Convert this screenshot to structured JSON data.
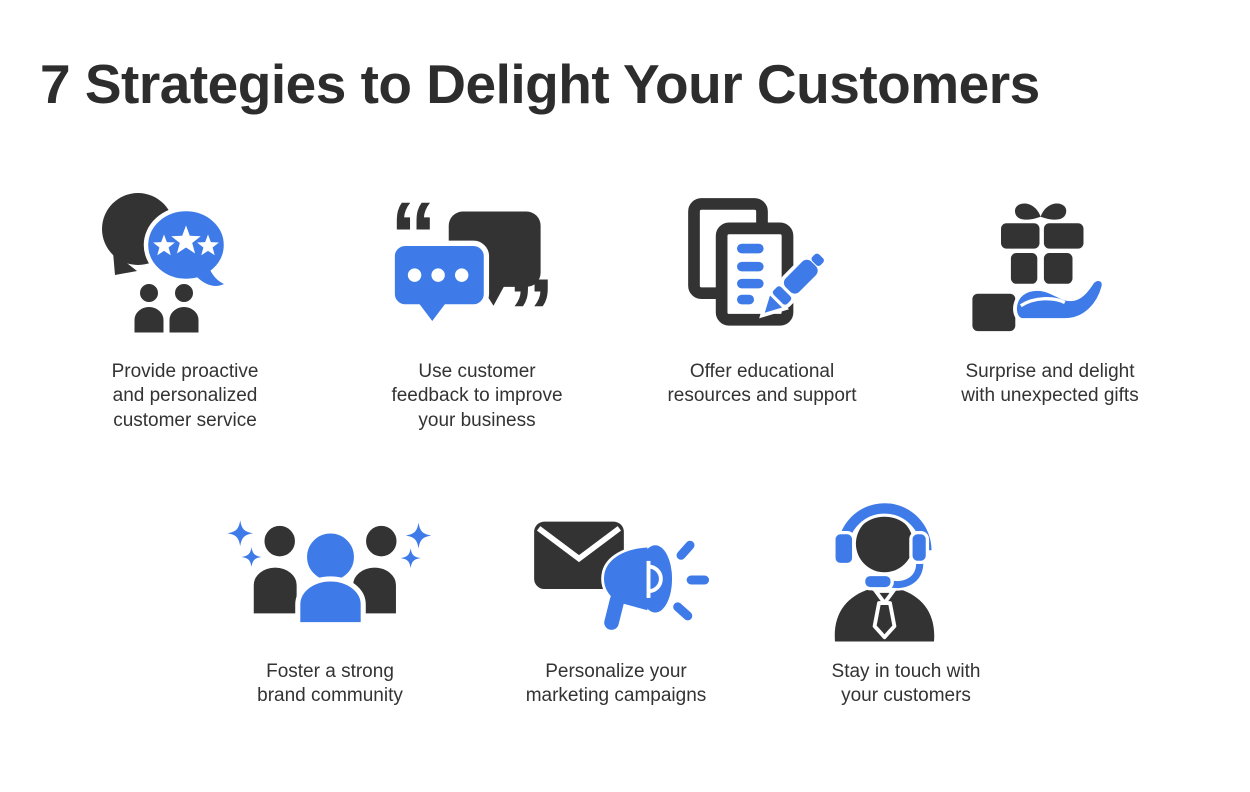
{
  "title": "7 Strategies to Delight Your Customers",
  "colors": {
    "accent_blue": "#3E7BE8",
    "dark": "#333333",
    "background": "#FFFFFF",
    "text": "#333333"
  },
  "strategies": [
    {
      "icon": "review-chat-bubbles-icon",
      "label": "Provide proactive\nand personalized\ncustomer service"
    },
    {
      "icon": "feedback-quote-bubbles-icon",
      "label": "Use customer\nfeedback to improve\nyour business"
    },
    {
      "icon": "document-checklist-pen-icon",
      "label": "Offer educational\nresources and support"
    },
    {
      "icon": "gift-in-hand-icon",
      "label": "Surprise and delight\nwith unexpected gifts"
    },
    {
      "icon": "community-people-sparkles-icon",
      "label": "Foster a strong\nbrand community"
    },
    {
      "icon": "envelope-megaphone-icon",
      "label": "Personalize your\nmarketing campaigns"
    },
    {
      "icon": "support-agent-headset-icon",
      "label": "Stay in touch with\nyour customers"
    }
  ]
}
